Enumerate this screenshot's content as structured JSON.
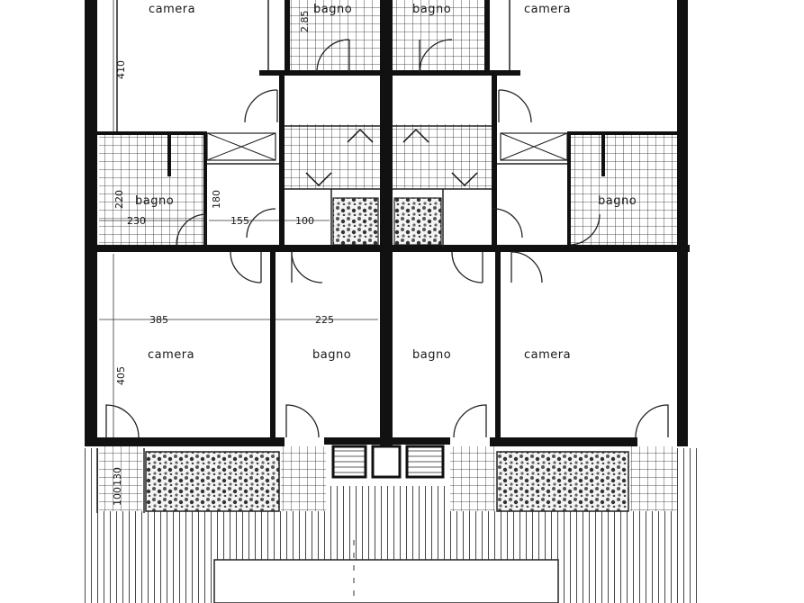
{
  "rooms": {
    "camera_top_left": "camera",
    "camera_top_right": "camera",
    "bagno_top_left": "bagno",
    "bagno_top_right": "bagno",
    "bagno_mid_left": "bagno",
    "bagno_mid_right": "bagno",
    "camera_bottom_left": "camera",
    "bagno_bottom_left": "bagno",
    "bagno_bottom_right": "bagno",
    "camera_bottom_right": "camera"
  },
  "dimensions": {
    "d410": "410",
    "d285": "2.85",
    "d220": "220",
    "d230": "230",
    "d180": "180",
    "d155": "155",
    "d100": "100",
    "d385": "385",
    "d225": "225",
    "d405": "405",
    "d130": "130",
    "d100b": "100"
  },
  "colors": {
    "ink": "#1a1a1a",
    "paper": "#ffffff"
  }
}
